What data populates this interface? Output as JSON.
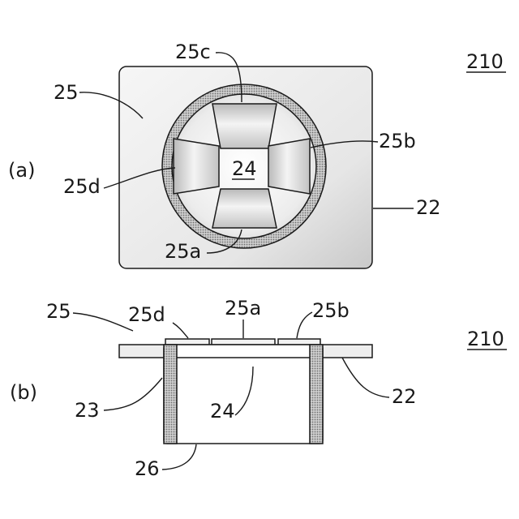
{
  "figure_ref": "210",
  "figure_ref_b": "210",
  "panel_a": {
    "tag": "(a)",
    "labels": {
      "c25": "25",
      "c25c": "25c",
      "c25b": "25b",
      "c24": "24",
      "c25d": "25d",
      "c22": "22",
      "c25a": "25a"
    }
  },
  "panel_b": {
    "tag": "(b)",
    "labels": {
      "c25": "25",
      "c25d": "25d",
      "c25a": "25a",
      "c25b": "25b",
      "c23": "23",
      "c24": "24",
      "c22": "22",
      "c26": "26"
    }
  }
}
